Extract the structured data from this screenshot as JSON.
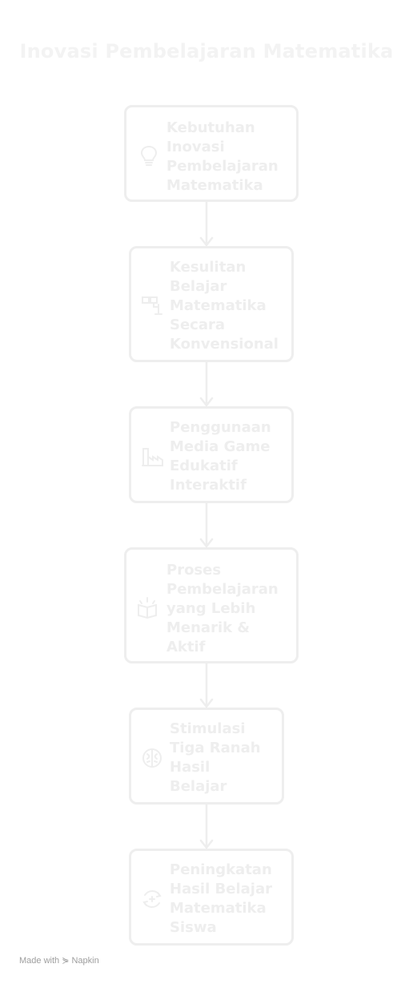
{
  "title": "Inovasi Pembelajaran Matematika",
  "nodes": [
    {
      "label": "Kebutuhan\nInovasi\nPembelajaran\nMatematika",
      "icon": "lightbulb-icon"
    },
    {
      "label": "Kesulitan\nBelajar\nMatematika\nSecara\nKonvensional",
      "icon": "flowchart-icon"
    },
    {
      "label": "Penggunaan\nMedia Game\nEdukatif\nInteraktif",
      "icon": "factory-icon"
    },
    {
      "label": "Proses\nPembelajaran\nyang Lebih\nMenarik &\nAktif",
      "icon": "open-box-icon"
    },
    {
      "label": "Stimulasi\nTiga Ranah\nHasil\nBelajar",
      "icon": "brain-icon"
    },
    {
      "label": "Peningkatan\nHasil Belajar\nMatematika\nSiswa",
      "icon": "growth-cycle-icon"
    }
  ],
  "footer": {
    "made_with": "Made with",
    "brand": "Napkin"
  },
  "colors": {
    "node_border": "#eeeeee",
    "text": "#eeeeee",
    "footer": "#9e9e9e"
  }
}
